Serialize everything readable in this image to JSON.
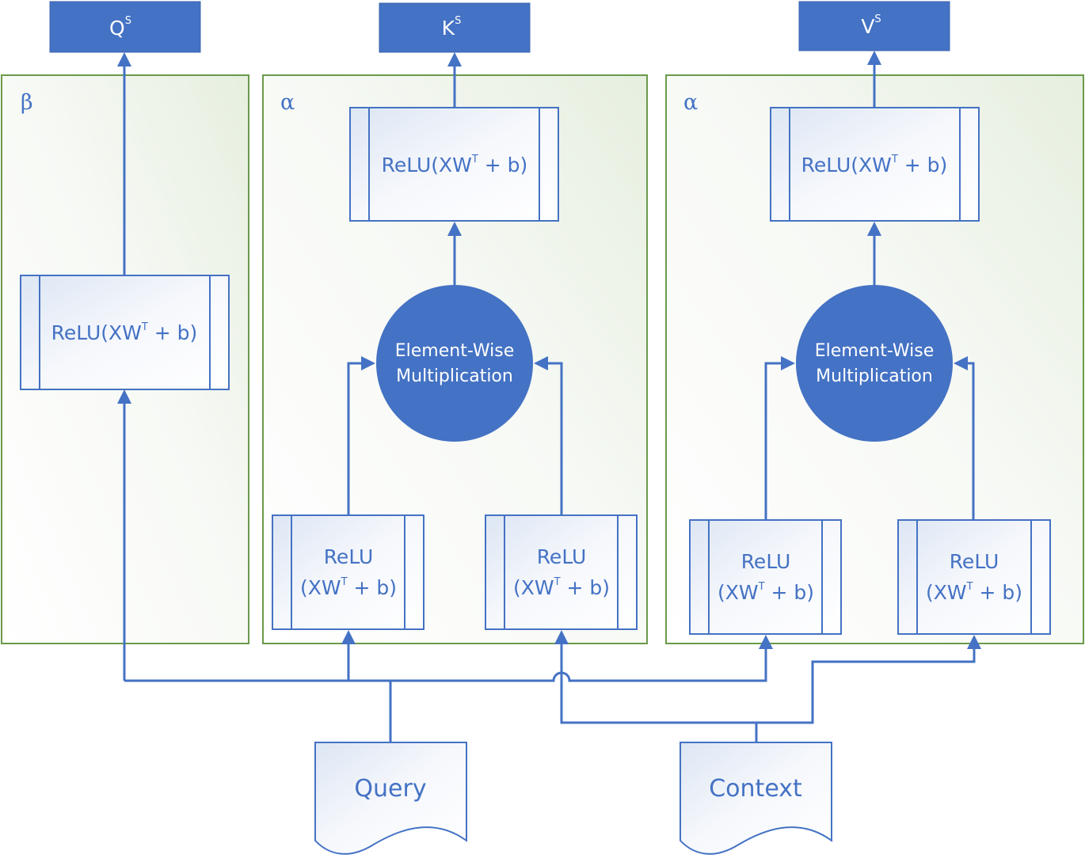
{
  "outputs": {
    "q": {
      "base": "Q",
      "sup": "S"
    },
    "k": {
      "base": "K",
      "sup": "S"
    },
    "v": {
      "base": "V",
      "sup": "S"
    }
  },
  "panels": {
    "left": {
      "symbol": "β"
    },
    "middle": {
      "symbol": "α"
    },
    "right": {
      "symbol": "α"
    }
  },
  "relu_block": {
    "pre": "ReLU(XW",
    "sup": "T",
    "post": " + b)"
  },
  "relu_block_split": {
    "line1": "ReLU",
    "pre": "(XW",
    "sup": "T",
    "post": " + b)"
  },
  "multiply": {
    "line1": "Element-Wise",
    "line2": "Multiplication"
  },
  "inputs": {
    "query": "Query",
    "context": "Context"
  }
}
